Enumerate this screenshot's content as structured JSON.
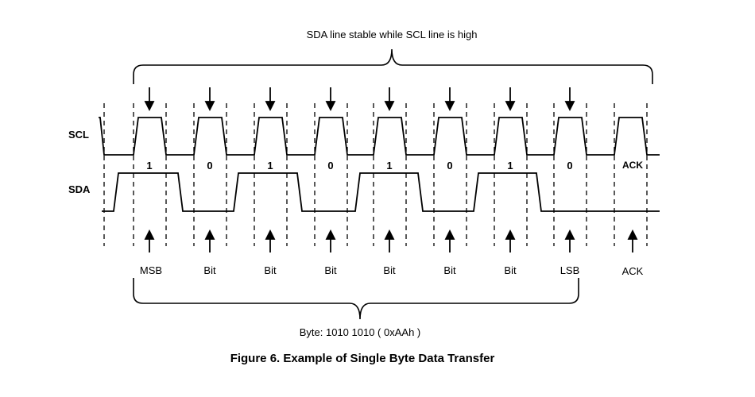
{
  "top_caption": "SDA line stable while SCL line is high",
  "signals": {
    "scl": "SCL",
    "sda": "SDA"
  },
  "bits": [
    "1",
    "0",
    "1",
    "0",
    "1",
    "0",
    "1",
    "0",
    "ACK"
  ],
  "bit_labels": [
    "MSB",
    "Bit",
    "Bit",
    "Bit",
    "Bit",
    "Bit",
    "Bit",
    "LSB",
    "ACK"
  ],
  "byte_caption": "Byte: 1010 1010 ( 0xAAh )",
  "figure_caption": "Figure 6. Example of Single Byte Data Transfer",
  "colors": {
    "line": "#000000",
    "background": "#ffffff"
  }
}
